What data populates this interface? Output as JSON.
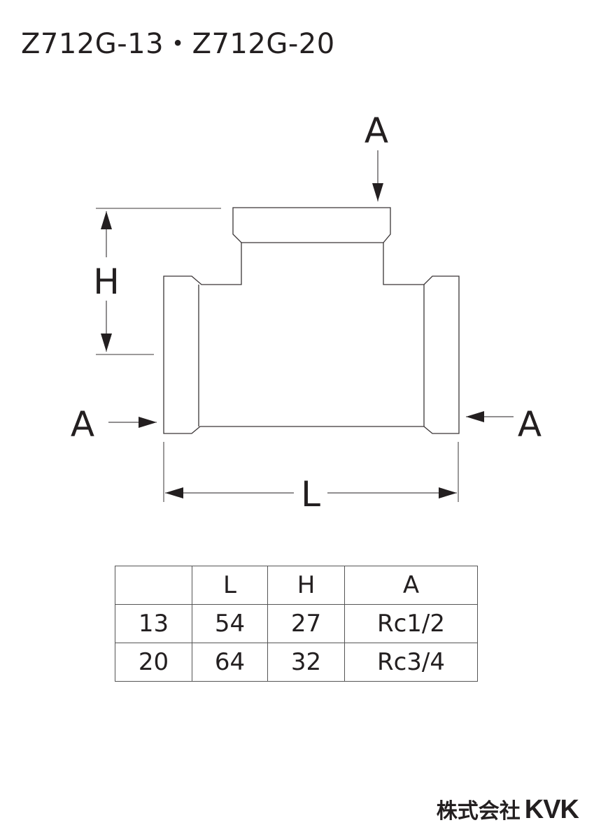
{
  "title": "Z712G-13・Z712G-20",
  "labels": {
    "port_top": "A",
    "port_left": "A",
    "port_right": "A",
    "height": "H",
    "length": "L"
  },
  "table": {
    "headers": [
      "",
      "L",
      "H",
      "A"
    ],
    "rows": [
      [
        "13",
        "54",
        "27",
        "Rc1/2"
      ],
      [
        "20",
        "64",
        "32",
        "Rc3/4"
      ]
    ]
  },
  "brand": {
    "company_ja": "株式会社",
    "logo_text": "KVK"
  }
}
